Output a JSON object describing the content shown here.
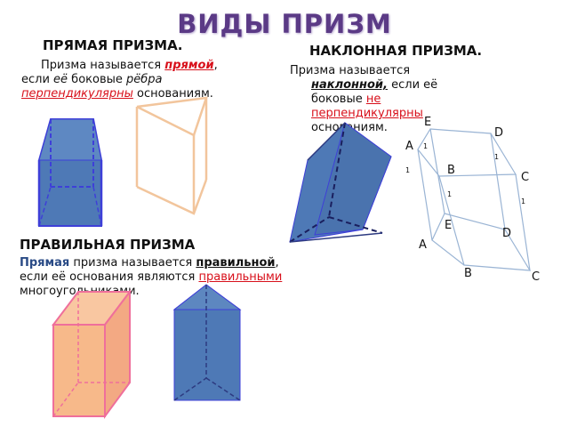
{
  "title": "ВИДЫ ПРИЗМ",
  "straight": {
    "heading": "ПРЯМАЯ ПРИЗМА.",
    "line1_a": "Призма называется ",
    "line1_b": "прямой",
    "line1_c": ",",
    "line2_a": "если ",
    "line2_b": "её",
    "line2_c": " боковые ",
    "line2_d": "рёбра",
    "line3_a": "перпендикулярны",
    "line3_b": " основаниям."
  },
  "oblique": {
    "heading": "НАКЛОННАЯ ПРИЗМА.",
    "line1": "Призма называется",
    "line2_a": "наклонной,",
    "line2_b": " если её",
    "line3_a": "боковые ",
    "line3_b": "не",
    "line4": "перпендикулярны",
    "line5": "основаниям."
  },
  "regular": {
    "heading": "ПРАВИЛЬНАЯ ПРИЗМА",
    "line1_a": "Прямая",
    "line1_b": " призма называется ",
    "line1_c": "правильной",
    "line1_d": ",",
    "line2_a": "если её основания являются ",
    "line2_b": "правильными",
    "line3": "многоугольниками."
  },
  "labels": {
    "e1": "E",
    "e1_sub": "1",
    "d1": "D",
    "d1_sub": "1",
    "a1": "A",
    "a1_sub": "1",
    "b1": "B",
    "b1_sub": "1",
    "c1": "C",
    "c1_sub": "1",
    "e": "E",
    "d": "D",
    "a": "A",
    "b": "B",
    "c": "C"
  },
  "colors": {
    "title": "#5b3a86",
    "prism_fill": "#4e79b6",
    "prism_edge": "#3e3fd8",
    "orange_edge": "#f2c59c",
    "pink_edge": "#ef6f9b",
    "pink_fill": "#f7b98a",
    "accent_red": "#d8101b"
  }
}
